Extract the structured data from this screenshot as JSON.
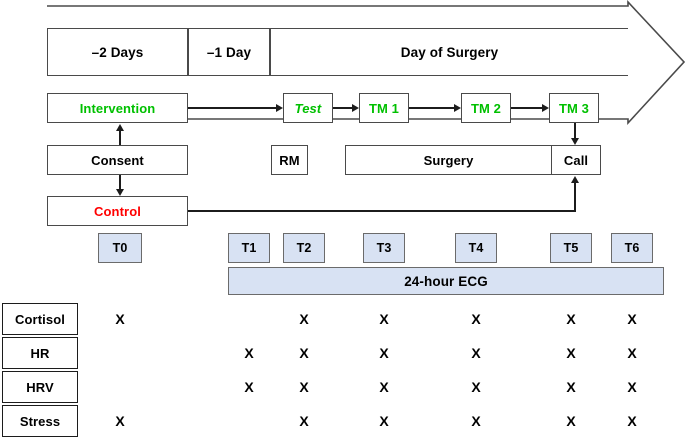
{
  "figure": {
    "type": "study-protocol-timeline",
    "colors": {
      "intervention": "#00c000",
      "control": "#ff0000",
      "timepoint_fill": "#d8e2f3",
      "box_border": "#4a4a4a"
    }
  },
  "timeline_header": {
    "banner_shape": "right-pointing-arrow",
    "cells": [
      {
        "label": "–2 Days"
      },
      {
        "label": "–1 Day"
      },
      {
        "label": "Day of Surgery"
      }
    ]
  },
  "arms": {
    "intervention": {
      "label": "Intervention"
    },
    "consent": {
      "label": "Consent"
    },
    "control": {
      "label": "Control"
    }
  },
  "procedures": {
    "test": {
      "label": "Test"
    },
    "tm1": {
      "label": "TM 1"
    },
    "tm2": {
      "label": "TM 2"
    },
    "tm3": {
      "label": "TM 3"
    },
    "rm": {
      "label": "RM"
    },
    "surgery": {
      "label": "Surgery"
    },
    "call": {
      "label": "Call"
    }
  },
  "timepoints": [
    {
      "label": "T0"
    },
    {
      "label": "T1"
    },
    {
      "label": "T2"
    },
    {
      "label": "T3"
    },
    {
      "label": "T4"
    },
    {
      "label": "T5"
    },
    {
      "label": "T6"
    }
  ],
  "ecg": {
    "label": "24-hour ECG"
  },
  "measurements": {
    "marker": "X",
    "rows": [
      {
        "label": "Cortisol",
        "marks": [
          true,
          false,
          true,
          true,
          true,
          true,
          true
        ]
      },
      {
        "label": "HR",
        "marks": [
          false,
          true,
          true,
          true,
          true,
          true,
          true
        ]
      },
      {
        "label": "HRV",
        "marks": [
          false,
          true,
          true,
          true,
          true,
          true,
          true
        ]
      },
      {
        "label": "Stress",
        "marks": [
          true,
          false,
          true,
          true,
          true,
          true,
          true
        ]
      }
    ]
  }
}
